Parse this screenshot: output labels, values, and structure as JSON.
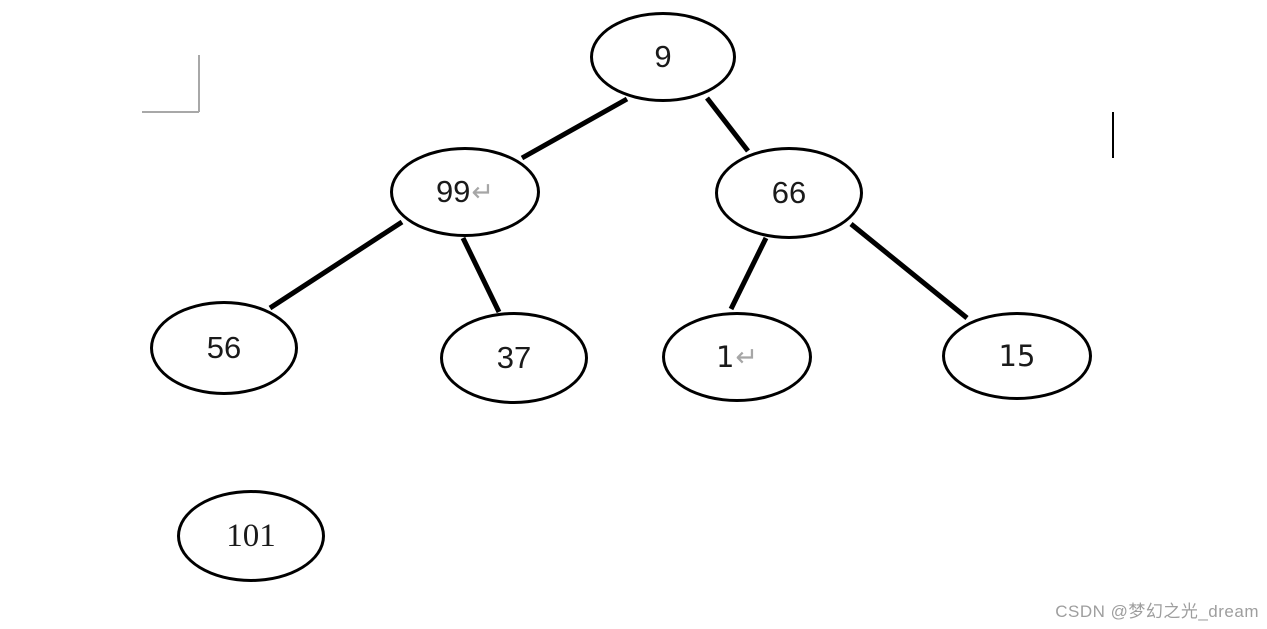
{
  "diagram": {
    "type": "binary-tree",
    "nodes": [
      {
        "id": "9",
        "value": "9"
      },
      {
        "id": "99",
        "value": "99",
        "return_mark": "↵"
      },
      {
        "id": "66",
        "value": "66"
      },
      {
        "id": "56",
        "value": "56"
      },
      {
        "id": "37",
        "value": "37"
      },
      {
        "id": "1",
        "value": "1",
        "return_mark": "↵"
      },
      {
        "id": "15",
        "value": "15"
      },
      {
        "id": "101",
        "value": "101"
      }
    ],
    "edges": [
      {
        "from": "9",
        "to": "99"
      },
      {
        "from": "9",
        "to": "66"
      },
      {
        "from": "99",
        "to": "56"
      },
      {
        "from": "99",
        "to": "37"
      },
      {
        "from": "66",
        "to": "1"
      },
      {
        "66": "66",
        "from": "66",
        "to": "15"
      }
    ]
  },
  "editor_marks": {
    "return_mark_glyph": "↵",
    "return_mark_color": "#a6a6a6",
    "margin_mark_color": "#a8a8a8"
  },
  "watermark": {
    "text": "CSDN @梦幻之光_dream",
    "color": "#9e9e9e"
  },
  "colors": {
    "background": "#ffffff",
    "node_stroke": "#000000",
    "edge_stroke": "#000000",
    "text": "#1a1a1a"
  }
}
